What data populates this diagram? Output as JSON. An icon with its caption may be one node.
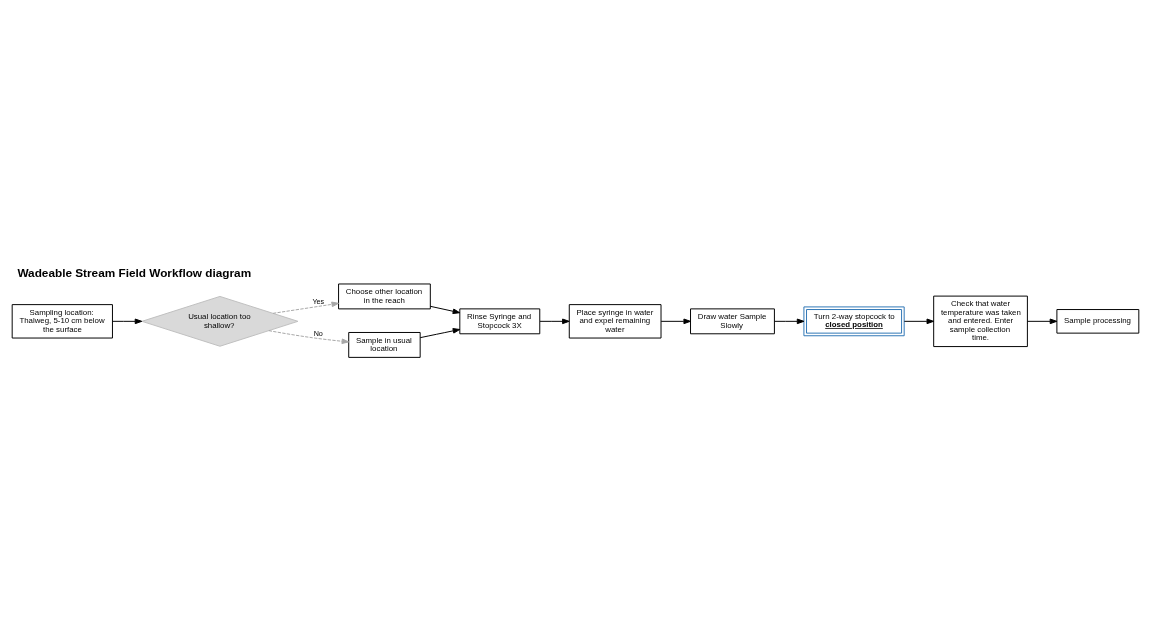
{
  "diagram": {
    "title": "Wadeable Stream Field Workflow diagram",
    "nodes": [
      {
        "text": [
          "Sampling location: Thalweg, 5-10 cm below the surface"
        ]
      },
      {
        "text": [
          "Usual location too shallow?"
        ]
      },
      {
        "text": [
          "Choose other location in the reach"
        ]
      },
      {
        "text": [
          "Sample in usual location"
        ]
      },
      {
        "text": [
          "Rinse Syringe and Stopcock 3X"
        ]
      },
      {
        "text": [
          "Place syringe in water and expel remaining water"
        ]
      },
      {
        "text": [
          "Draw water Sample Slowly"
        ]
      },
      {
        "text": [
          "Turn 2-way stopcock to **closed position**"
        ]
      },
      {
        "text": [
          "Check that water temperature was taken and entered. Enter sample collection time."
        ]
      },
      {
        "text": [
          "Sample processing"
        ]
      }
    ],
    "edges": [
      {
        "from": 0,
        "to": 1,
        "arrow": "to"
      },
      {
        "from": 1,
        "to": 2,
        "arrow": "to",
        "label": "Yes",
        "style": "dashed",
        "color": "#a6a6a6"
      },
      {
        "from": 1,
        "to": 3,
        "arrow": "to",
        "label": "No",
        "style": "dashed",
        "color": "#a6a6a6"
      },
      {
        "from": 2,
        "to": 4,
        "arrow": "to"
      },
      {
        "from": 3,
        "to": 4,
        "arrow": "to"
      },
      {
        "from": 4,
        "to": 5,
        "arrow": "to"
      },
      {
        "from": 5,
        "to": 6,
        "arrow": "to"
      },
      {
        "from": 6,
        "to": 7,
        "arrow": "to"
      },
      {
        "from": 7,
        "to": 8,
        "arrow": "to"
      },
      {
        "from": 8,
        "to": 9,
        "arrow": "to"
      }
    ]
  }
}
